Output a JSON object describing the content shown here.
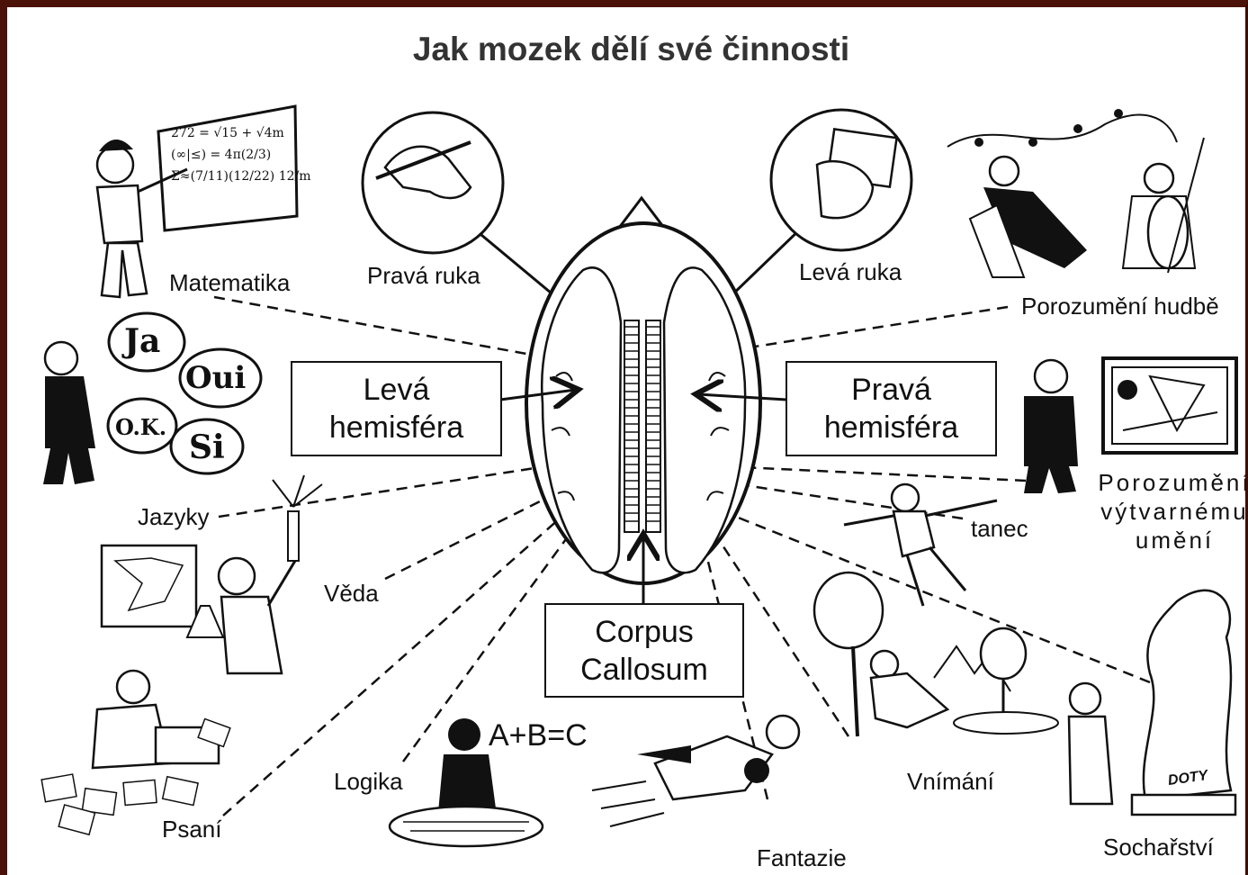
{
  "title": "Jak mozek dělí své činnosti",
  "left_hemisphere": {
    "line1": "Levá",
    "line2": "hemisféra"
  },
  "right_hemisphere": {
    "line1": "Pravá",
    "line2": "hemisféra"
  },
  "corpus_callosum": {
    "line1": "Corpus",
    "line2": "Callosum"
  },
  "left_labels": {
    "right_hand": "Pravá ruka",
    "math": "Matematika",
    "languages": "Jazyky",
    "science": "Věda",
    "logic": "Logika",
    "writing": "Psaní"
  },
  "right_labels": {
    "left_hand": "Levá ruka",
    "music": "Porozumění hudbě",
    "visual_art_line1": "Porozumění",
    "visual_art_line2": "výtvarnému",
    "visual_art_line3": "umění",
    "dance": "tanec",
    "perception": "Vnímání",
    "sculpture": "Sochařství",
    "fantasy": "Fantazie"
  },
  "speech_bubbles": [
    "Ja",
    "Oui",
    "O.K.",
    "Si"
  ],
  "equation": "A+B=C",
  "math_board": [
    "272 = √15 + √4m",
    "(∞|≤) = 4π(2/3)",
    "Σ≈(7/11)(12/22) 12/m"
  ],
  "signature": "DOTY",
  "icons": {
    "right_hand_circle": "hand-holding-pencil-icon",
    "left_hand_circle": "hand-holding-paper-icon",
    "mathematician": "mathematician-at-board-icon",
    "linguist": "man-speaking-languages-icon",
    "scientist": "scientist-with-flask-icon",
    "writer": "writer-at-typewriter-icon",
    "thinker": "thinker-icon",
    "superhero": "flying-superhero-icon",
    "musicians": "music-listener-and-cellist-icon",
    "art_viewer": "man-viewing-painting-icon",
    "dancer": "dancer-icon",
    "nature": "man-in-nature-icon",
    "sculptor": "sculptor-icon"
  }
}
